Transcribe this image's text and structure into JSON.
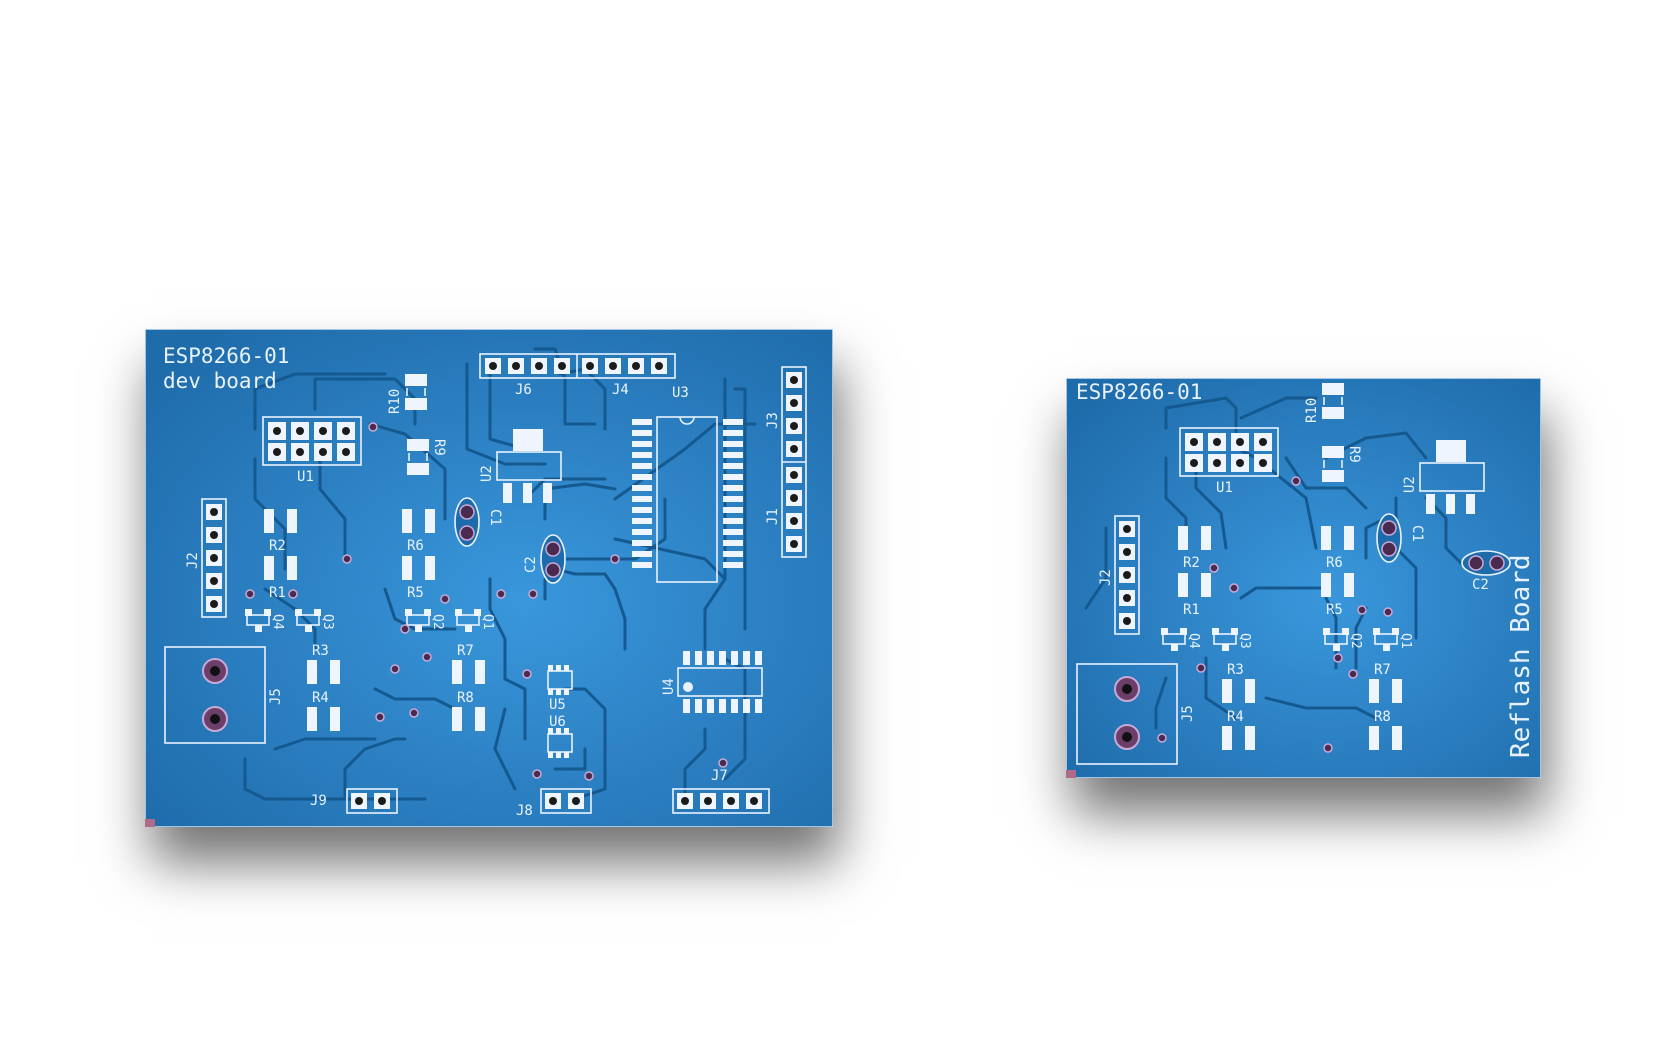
{
  "boards": [
    {
      "id": "dev",
      "title": "ESP8266-01",
      "subtitle": "dev board",
      "labels": {
        "R10": "R10",
        "R9": "R9",
        "U1": "U1",
        "U2": "U2",
        "U3": "U3",
        "J6": "J6",
        "J4": "J4",
        "J3": "J3",
        "J1": "J1",
        "J2": "J2",
        "R2": "R2",
        "R1": "R1",
        "R6": "R6",
        "R5": "R5",
        "C1": "C1",
        "C2": "C2",
        "Q4": "Q4",
        "Q3": "Q3",
        "Q2": "Q2",
        "Q1": "Q1",
        "R3": "R3",
        "R4": "R4",
        "R7": "R7",
        "R8": "R8",
        "J5": "J5",
        "U5": "U5",
        "U6": "U6",
        "U4": "U4",
        "J7": "J7",
        "J8": "J8",
        "J9": "J9"
      }
    },
    {
      "id": "reflash",
      "title": "ESP8266-01",
      "side_text": "Reflash Board",
      "labels": {
        "R10": "R10",
        "R9": "R9",
        "U1": "U1",
        "U2": "U2",
        "J2": "J2",
        "R2": "R2",
        "R1": "R1",
        "R6": "R6",
        "R5": "R5",
        "C1": "C1",
        "C2": "C2",
        "Q4": "Q4",
        "Q3": "Q3",
        "Q2": "Q2",
        "Q1": "Q1",
        "R3": "R3",
        "R4": "R4",
        "R7": "R7",
        "R8": "R8",
        "J5": "J5"
      }
    }
  ],
  "colors": {
    "board_center": "#3590d6",
    "board_edge": "#1e6aa8",
    "silkscreen": "#e8f2ff",
    "pad": "#eef5ff",
    "via": "#4b2a4f"
  }
}
